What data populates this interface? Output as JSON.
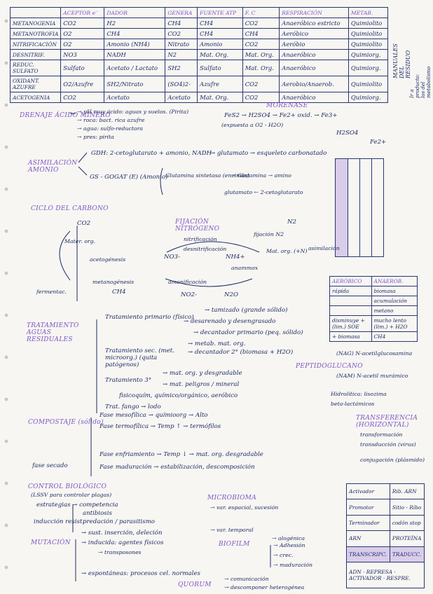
{
  "table": {
    "headers": [
      "ACEPTOR e⁻",
      "DADOR",
      "GENERA",
      "FUENTE ATP",
      "F. C",
      "RESPIRACIÓN",
      "METAB."
    ],
    "rows": [
      {
        "name": "METANOGENIA",
        "cells": [
          "CO2",
          "H2",
          "CH4",
          "CH4",
          "CO2",
          "Anaeróbico estricto",
          "Quimiolito"
        ]
      },
      {
        "name": "METANOTROFIA",
        "cells": [
          "O2",
          "CH4",
          "CO2",
          "CH4",
          "CH4",
          "Aeróbico",
          "Quimiolito"
        ]
      },
      {
        "name": "NITRIFICACIÓN",
        "cells": [
          "O2",
          "Amonio (NH4)",
          "Nitrato",
          "Amonio",
          "CO2",
          "Aeróbio",
          "Quimiolito"
        ]
      },
      {
        "name": "DESNITRIF.",
        "cells": [
          "NO3",
          "NADH",
          "N2",
          "Mat. Org.",
          "Mat. Org.",
          "Anaeróbico",
          "Quimiorg."
        ]
      },
      {
        "name": "REDUC. SULFATO",
        "cells": [
          "Sulfato",
          "Acetato / Lactato",
          "SH2",
          "Sulfato",
          "Mat. Org.",
          "Anaeróbico",
          "Quimiorg."
        ]
      },
      {
        "name": "OXIDANT. AZUFRE",
        "cells": [
          "O2/Azufre",
          "SH2/Nitrato",
          "(SO4)2-",
          "Azufre",
          "CO2",
          "Aerobio/Anaerob.",
          "Quimiolito"
        ]
      },
      {
        "name": "ACETOGENIA",
        "cells": [
          "CO2",
          "Acetato",
          "Acetato",
          "Mat. Org.",
          "CO2",
          "Anaeróbico",
          "Quimiorg."
        ]
      }
    ],
    "side_title": "MANUALES DEL RESIDUO",
    "side_note": "Ir a producto: los del metabolismo"
  },
  "drenaje": {
    "title": "DRENAJE ÁCIDO MINERO",
    "lines": [
      "→ pH muy ácido: aguas y suelos. (Pirita)",
      "→ roca: bact. rica azufre",
      "→ agua: sulfo-reductora",
      "→ pres: pirita"
    ],
    "morenase": "MORENASE",
    "formula": "FeS2 → H2SO4 → Fe2+ oxid. → Fe3+",
    "formula2": "H2SO4",
    "formula3": "Fe2+",
    "sub": "(expuesta a O2 - H2O)"
  },
  "asimilacion": {
    "title": "ASIMILACIÓN AMONIO",
    "gdh": "GDH: 2-cetoglutarato + amonio, NADH",
    "gdh_result": "→ glutamato → esqueleto carbonatado",
    "gsgogat": "GS - GOGAT (E) (Amonio)",
    "glutamina": "Glutamina sintetasa (enzimas)",
    "glutamina2": "→ Glutamina → amino",
    "glutamato": "glutamato ← 2-cetoglutarato"
  },
  "carbono": {
    "title": "CICLO DEL CARBONO",
    "items": [
      "CO2",
      "Mater. org.",
      "acetogénesis",
      "metanogénesis",
      "CH4",
      "fermentac."
    ]
  },
  "nitrogeno": {
    "title": "FIJACIÓN NITRÓGENO",
    "items": [
      "N2",
      "nitrificación",
      "desnitrificación",
      "NO3-",
      "NH4+",
      "Mat. org. (+N)",
      "anammox",
      "asimilación",
      "fijación N2",
      "amonificación",
      "NO2-",
      "N2O"
    ]
  },
  "tabla_respiracion": {
    "cols": [
      "AERÓBICO",
      "ANAEROB."
    ],
    "rows": [
      [
        "rápida",
        "biomasa"
      ],
      [
        "",
        "acumulación"
      ],
      [
        "",
        "metano"
      ],
      [
        "disminuye + (lim.) SOE",
        "mucho lento (lim.) + H2O"
      ],
      [
        "+ biomasa",
        "CH4"
      ]
    ]
  },
  "tratamiento": {
    "title": "TRATAMIENTO AGUAS RESIDUALES",
    "primario": "Tratamiento primario (físico)",
    "primario_items": [
      "→ tamizado (grande sólido)",
      "→ desarenado y desengrasado",
      "→ decantador primario (peq. sólido)"
    ],
    "secundario": "Tratamiento sec. (met. microorg.) (quita patógenos)",
    "secundario_items": [
      "→ decantador 2° (biomasa + H2O)",
      "→ metab. mat. org."
    ],
    "terciario": "Tratamiento 3°",
    "terciario_items": [
      "→ mat. org. y desgradable",
      "→ mat. peligros / mineral"
    ],
    "fisicoquim": "fisicoquím, químico/orgánico, aeróbico",
    "fango": "Trat. fango → lodo"
  },
  "peptidoglucano": {
    "title": "PEPTIDOGLUCANO",
    "items": [
      "(NAG) N-acetilglucosamina",
      "(NAM) N-acetil murámico",
      "Hidrolítica: lisozima",
      "beta-lactámicos"
    ]
  },
  "compostaje": {
    "title": "COMPOSTAJE (sólido)",
    "items": [
      "Fase mesofílica → químioorg → Alto",
      "Fase termofílica → Temp ↑ → termófilos",
      "Fase enfriamiento → Temp ↓ → mat. org. desgradable",
      "Fase maduración → estabilización, descomposición"
    ],
    "side": "fase secado"
  },
  "transferencia": {
    "title": "TRANSFERENCIA (HORIZONTAL)",
    "items": [
      "transformación",
      "transducción (virus)",
      "conjugación (plásmido)"
    ]
  },
  "control": {
    "title": "CONTROL BIOLÓGICO",
    "sub": "(LSSV para controlar plagas)",
    "items": [
      "estrategias → competencia",
      "antibiosis",
      "predación / parasitismo",
      "inducción resist."
    ]
  },
  "mutacion": {
    "title": "MUTACIÓN",
    "items": [
      "→ sust. inserción, deleción",
      "→ inducida: agentes físicos",
      "→ transposones",
      "→ espontáneas: procesos cel. normales"
    ]
  },
  "microbioma": {
    "title": "MICROBIOMA",
    "items": [
      "→ var. espacial, sucesión",
      "→ var. temporal",
      "→ alogénica"
    ]
  },
  "biofilm": {
    "title": "BIOFILM",
    "items": [
      "→ Adhesión",
      "→ crec.",
      "→ maduración"
    ]
  },
  "quorum": {
    "title": "QUORUM",
    "items": [
      "→ comunicación",
      "→ descomponer heterogénea"
    ]
  },
  "bottom_table": {
    "cols": [
      "Rib. ARN",
      "Sitio - Ribo",
      "codón stop",
      "PROTEÍNA",
      "TRADUCC."
    ],
    "rows": [
      "Activador",
      "Promotor",
      "Terminador",
      "ARN",
      "TRANSCRIPC."
    ],
    "left": [
      "ADN",
      "REPRESA",
      "ACTIVADOR",
      "RESPRE."
    ]
  },
  "colors": {
    "ink": "#1d2a66",
    "accent": "#7d55c7",
    "paper": "#f7f6f2"
  }
}
